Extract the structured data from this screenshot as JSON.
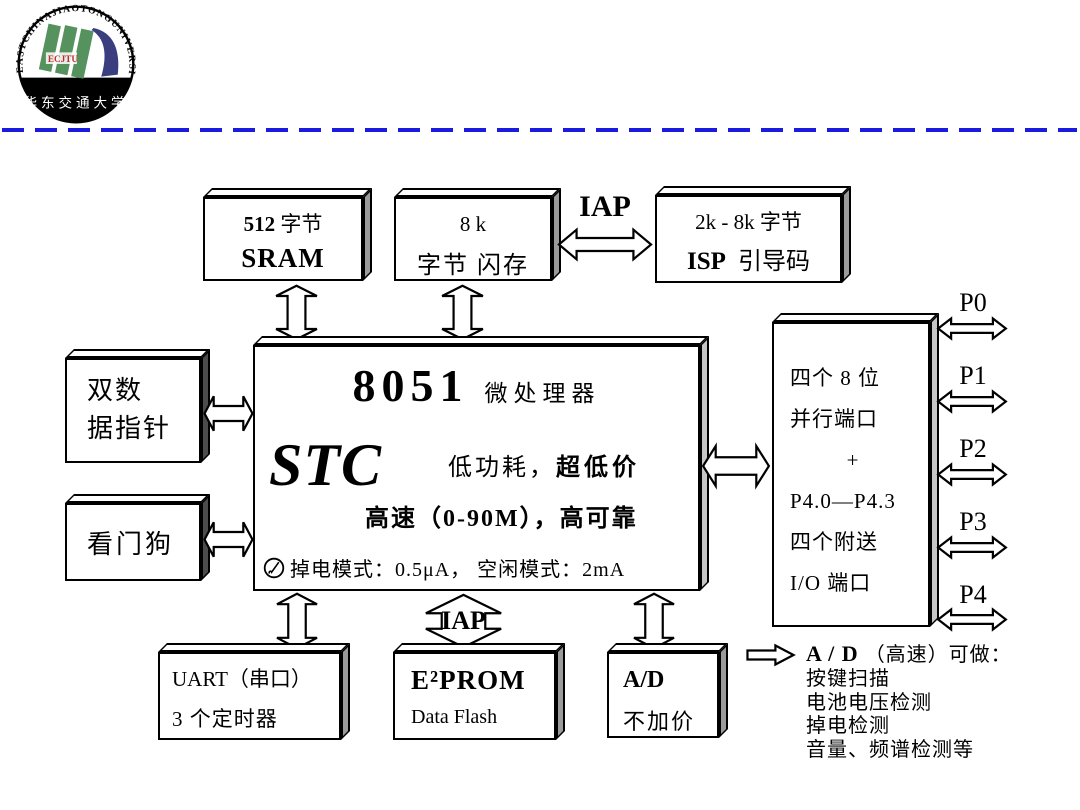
{
  "logo": {
    "ring": "EASTCHINAJIAOTONGUNIVERSITY",
    "abbr": "ECJTU",
    "cn": "华东交通大学"
  },
  "sram": {
    "size": "512",
    "unit": "字节",
    "name": "SRAM"
  },
  "flash": {
    "size": "8 k",
    "name": "字节 闪存"
  },
  "isp": {
    "size": "2k - 8k 字节",
    "name_latin": "ISP",
    "name_cn": "引导码"
  },
  "iap_top": "IAP",
  "iap_bottom": "IAP",
  "cpu": {
    "model": "8051",
    "kind": "微处理器",
    "brand": "STC",
    "tag_a": "低功耗，",
    "tag_b": "超低价",
    "speed": "高速（0-90M），高可靠",
    "power": "掉电模式：0.5μA， 空闲模式：2mA"
  },
  "dptr": {
    "line1": "双数",
    "line2": "据指针"
  },
  "watchdog": {
    "label": "看门狗"
  },
  "ports": {
    "lines": [
      "四个 8 位",
      "并行端口",
      "+",
      "P4.0—P4.3",
      "四个附送",
      "I/O 端口"
    ]
  },
  "pins": [
    "P0",
    "P1",
    "P2",
    "P3",
    "P4"
  ],
  "uart": {
    "line1": "UART（串口）",
    "line2": "3 个定时器"
  },
  "eeprom": {
    "name": "E²PROM",
    "sub": "Data Flash"
  },
  "adc": {
    "name": "A/D",
    "sub": "不加价"
  },
  "note": {
    "prefix": "A / D",
    "title": "（高速）可做：",
    "items": [
      "按键扫描",
      "电池电压检测",
      "掉电检测",
      "音量、频谱检测等"
    ]
  },
  "colors": {
    "divider_blue": "#1b1bdf",
    "logo_green": "#55925e",
    "logo_navy": "#3b3e7e",
    "logo_red": "#c22a2a"
  }
}
